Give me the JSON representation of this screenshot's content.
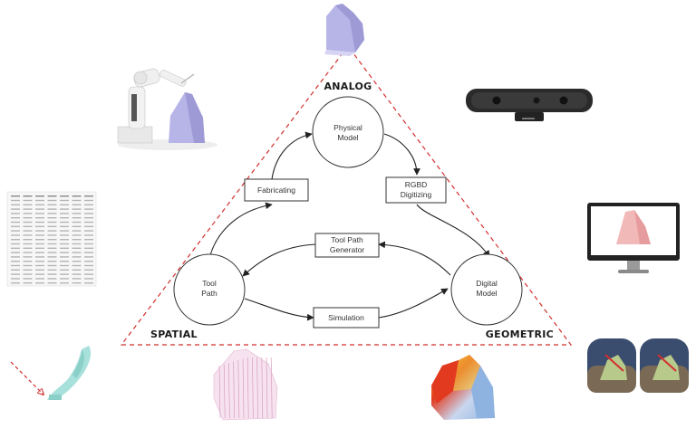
{
  "labels": {
    "analog": "ANALOG",
    "spatial": "SPATIAL",
    "geometric": "GEOMETRIC"
  },
  "nodes": {
    "physical_model": [
      "Physical",
      "Model"
    ],
    "tool_path": [
      "Tool",
      "Path"
    ],
    "digital_model": [
      "Digital",
      "Model"
    ],
    "fabricating": [
      "Fabricating"
    ],
    "rgbd_digitizing": [
      "RGBD",
      "Digitizing"
    ],
    "tool_path_generator": [
      "Tool Path",
      "Generator"
    ],
    "simulation": [
      "Simulation"
    ]
  },
  "colors": {
    "triangle_dash": "#d32f2f",
    "lavender": "#b7b4e8",
    "pink": "#f2b9b9",
    "vr_green": "#b7c98b",
    "heatmap_red": "#e23a1e",
    "heatmap_blue": "#8fb3e0"
  },
  "icons": {
    "top": "physical-wedge-model-icon",
    "robot": "robot-arm-icon",
    "sensor": "rgbd-camera-icon",
    "monitor": "monitor-model-icon",
    "table": "tool-path-data-table-icon",
    "arm": "robot-end-effector-path-icon",
    "layers": "layered-toolpath-model-icon",
    "heatmap": "deviation-heatmap-model-icon",
    "vr": "vr-headset-view-icon"
  }
}
